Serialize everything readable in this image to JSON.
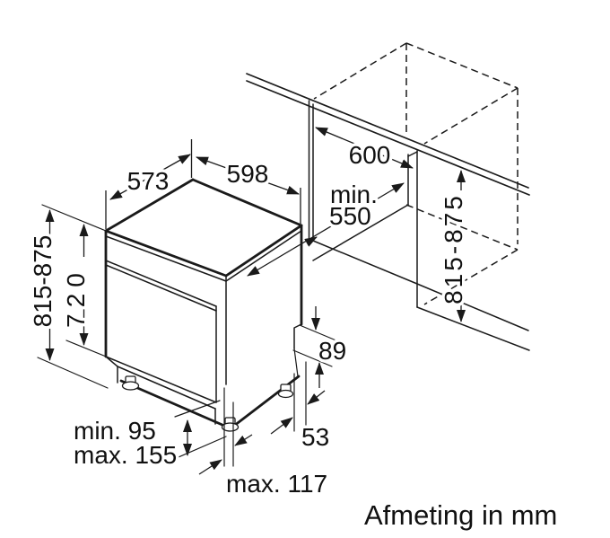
{
  "caption": "Afmeting in mm",
  "colors": {
    "line": "#1a1a1a",
    "background": "#ffffff"
  },
  "dimensions": {
    "appliance_depth": "573",
    "appliance_width": "598",
    "appliance_height_range": "815-875",
    "appliance_body_height": "720",
    "niche_width": "600",
    "niche_depth_prefix": "min.",
    "niche_depth_value": "550",
    "niche_height_range": "815-875",
    "plinth_clearance_min": "min. 95",
    "plinth_clearance_max": "max. 155",
    "plinth_recess_max": "max. 117",
    "rear_foot_offset": "53",
    "side_panel_notch_height": "89"
  }
}
